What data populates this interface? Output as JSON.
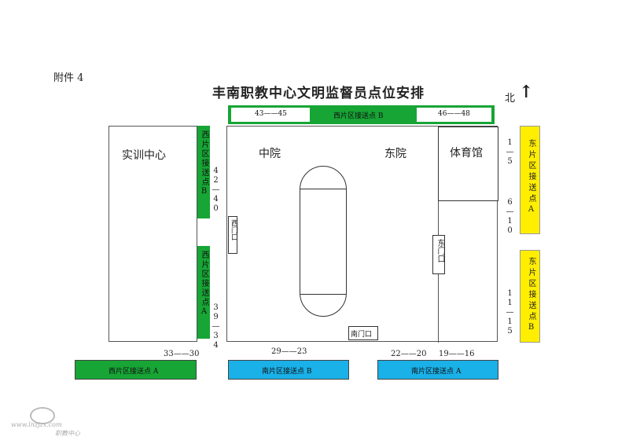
{
  "attachment": "附件 4",
  "title": "丰南职教中心文明监督员点位安排",
  "north": {
    "label": "北",
    "arrow": "↑"
  },
  "buildings": {
    "training_center": "实训中心",
    "middle_yard": "中院",
    "east_yard": "东院",
    "gym": "体育馆",
    "west_gate": "西门口",
    "east_gate": "东门口",
    "south_gate": "南门口"
  },
  "zones": {
    "top_bar": {
      "left_range": "43——45",
      "label": "西片区接送点 B",
      "right_range": "46——48"
    },
    "west_b": {
      "label": "西片区接送点B",
      "range": "42—40"
    },
    "west_a": {
      "label": "西片区接送点A",
      "range": "39—34"
    },
    "east_a": {
      "label": "东片区接送点A",
      "range1": "1—5",
      "range2": "6—10"
    },
    "east_b": {
      "label": "东片区接送点B",
      "range": "11—15"
    },
    "bottom_west_a": {
      "label": "西片区接送点 A",
      "range": "33——30"
    },
    "bottom_south_b": {
      "label": "南片区接送点 B",
      "range": "29——23"
    },
    "bottom_south_a": {
      "label": "南片区接送点 A",
      "range1": "22——20",
      "range2": "19——16"
    }
  },
  "watermark": {
    "url": "www.lnzjzx.com",
    "text": "职教中心"
  },
  "colors": {
    "green": "#17a535",
    "blue": "#1ab0e8",
    "yellow": "#ffee00"
  }
}
